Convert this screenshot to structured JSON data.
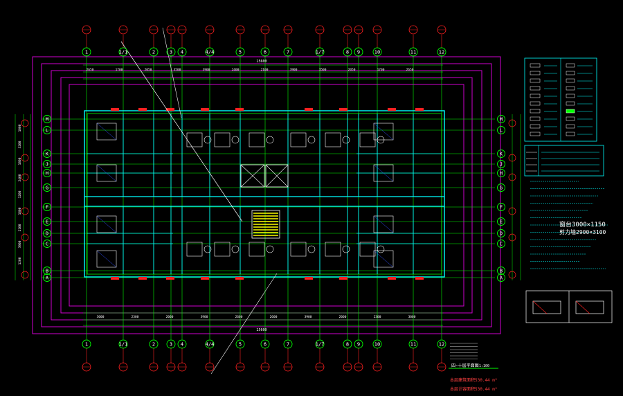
{
  "colors": {
    "background": "#000000",
    "magenta": "#d000d0",
    "green": "#00ff00",
    "cyan": "#00ffff",
    "red": "#ff2020",
    "yellow": "#ffff00",
    "white": "#ffffff",
    "blue": "#3050ff",
    "text_red": "#ff4040"
  },
  "axes": {
    "horizontal": [
      "1",
      "1/1",
      "2",
      "3",
      "4",
      "4/4",
      "5",
      "6",
      "7",
      "1/7",
      "8",
      "9",
      "10",
      "11",
      "12"
    ],
    "vertical": [
      "M",
      "L",
      "K",
      "J",
      "H",
      "G",
      "F",
      "E",
      "D",
      "C",
      "B",
      "A"
    ]
  },
  "dimensions": {
    "overall_top": "25600",
    "overall_bottom": "25600",
    "top_segments": [
      "2650",
      "1700",
      "2050",
      "3500",
      "3900",
      "2400",
      "2100",
      "3900",
      "3500",
      "2050",
      "1700",
      "2650"
    ],
    "bottom_segments": [
      "3000",
      "2300",
      "2000",
      "3900",
      "2600",
      "2600",
      "3900",
      "2000",
      "2300",
      "3000"
    ],
    "left_segments": [
      "1000",
      "3200",
      "1800",
      "2400",
      "1200",
      "1800",
      "2100",
      "3900",
      "1200"
    ]
  },
  "annotations": {
    "note_1": "窗台3000×1150",
    "note_2": "剪力墙2900×3100",
    "scale_label": "1:100"
  },
  "title": {
    "plan_name": "四~十层平面图",
    "scale": "1:100",
    "area_1": "本层建筑面积530.44 m²",
    "area_2": "本层计容面积530.44 m²"
  }
}
